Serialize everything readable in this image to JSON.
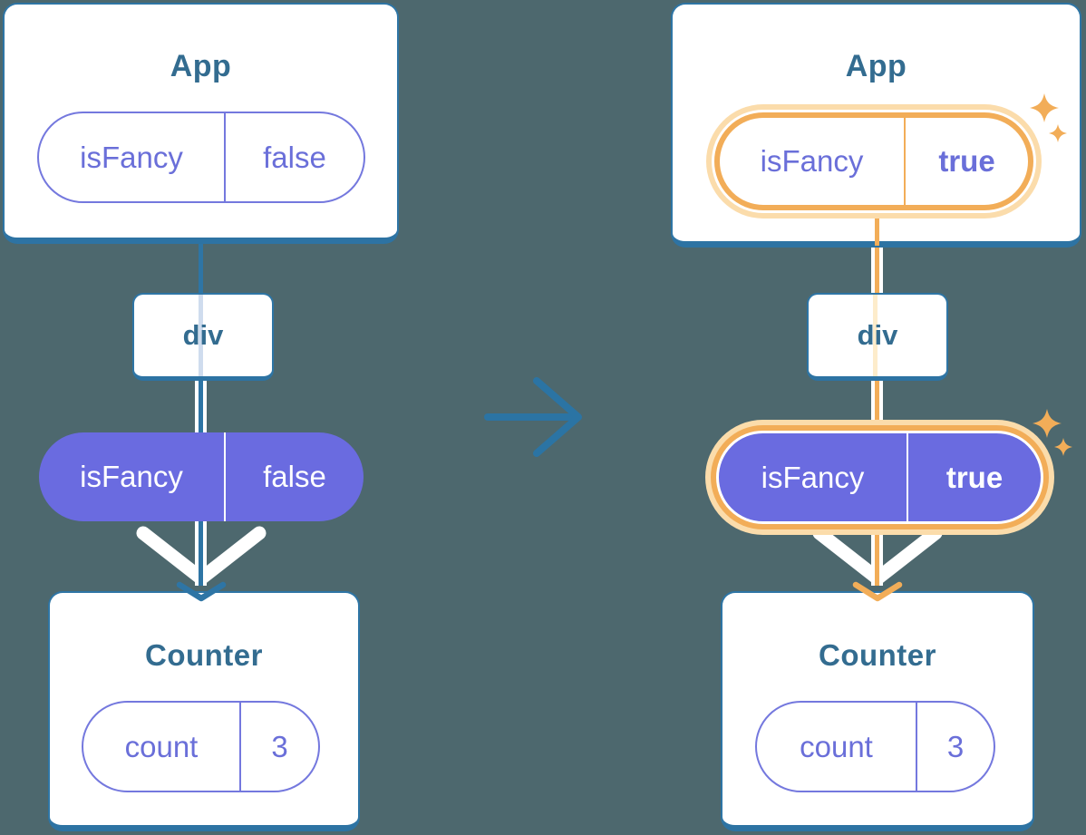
{
  "diagram_title": "isFancy prop passed from App through div to Counter, before and after toggle",
  "colors": {
    "background": "#4d686e",
    "line_blue": "#2e75a5",
    "card_edge": "#2d73a3",
    "title_text": "#336c90",
    "indigo_text": "#6a6fd9",
    "indigo_fill": "#6a6be0",
    "highlight_orange": "#f2ad58",
    "highlight_glow": "#fbdcab",
    "pale_blue_line": "#cfdcee",
    "pale_orange_line": "#fdeccb",
    "white": "#ffffff"
  },
  "before": {
    "app": {
      "title": "App"
    },
    "app_prop": {
      "name": "isFancy",
      "value": "false"
    },
    "div": {
      "title": "div"
    },
    "passed_prop": {
      "name": "isFancy",
      "value": "false"
    },
    "counter": {
      "title": "Counter"
    },
    "counter_state": {
      "name": "count",
      "value": "3"
    }
  },
  "after": {
    "app": {
      "title": "App"
    },
    "app_prop": {
      "name": "isFancy",
      "value": "true"
    },
    "div": {
      "title": "div"
    },
    "passed_prop": {
      "name": "isFancy",
      "value": "true"
    },
    "counter": {
      "title": "Counter"
    },
    "counter_state": {
      "name": "count",
      "value": "3"
    }
  }
}
